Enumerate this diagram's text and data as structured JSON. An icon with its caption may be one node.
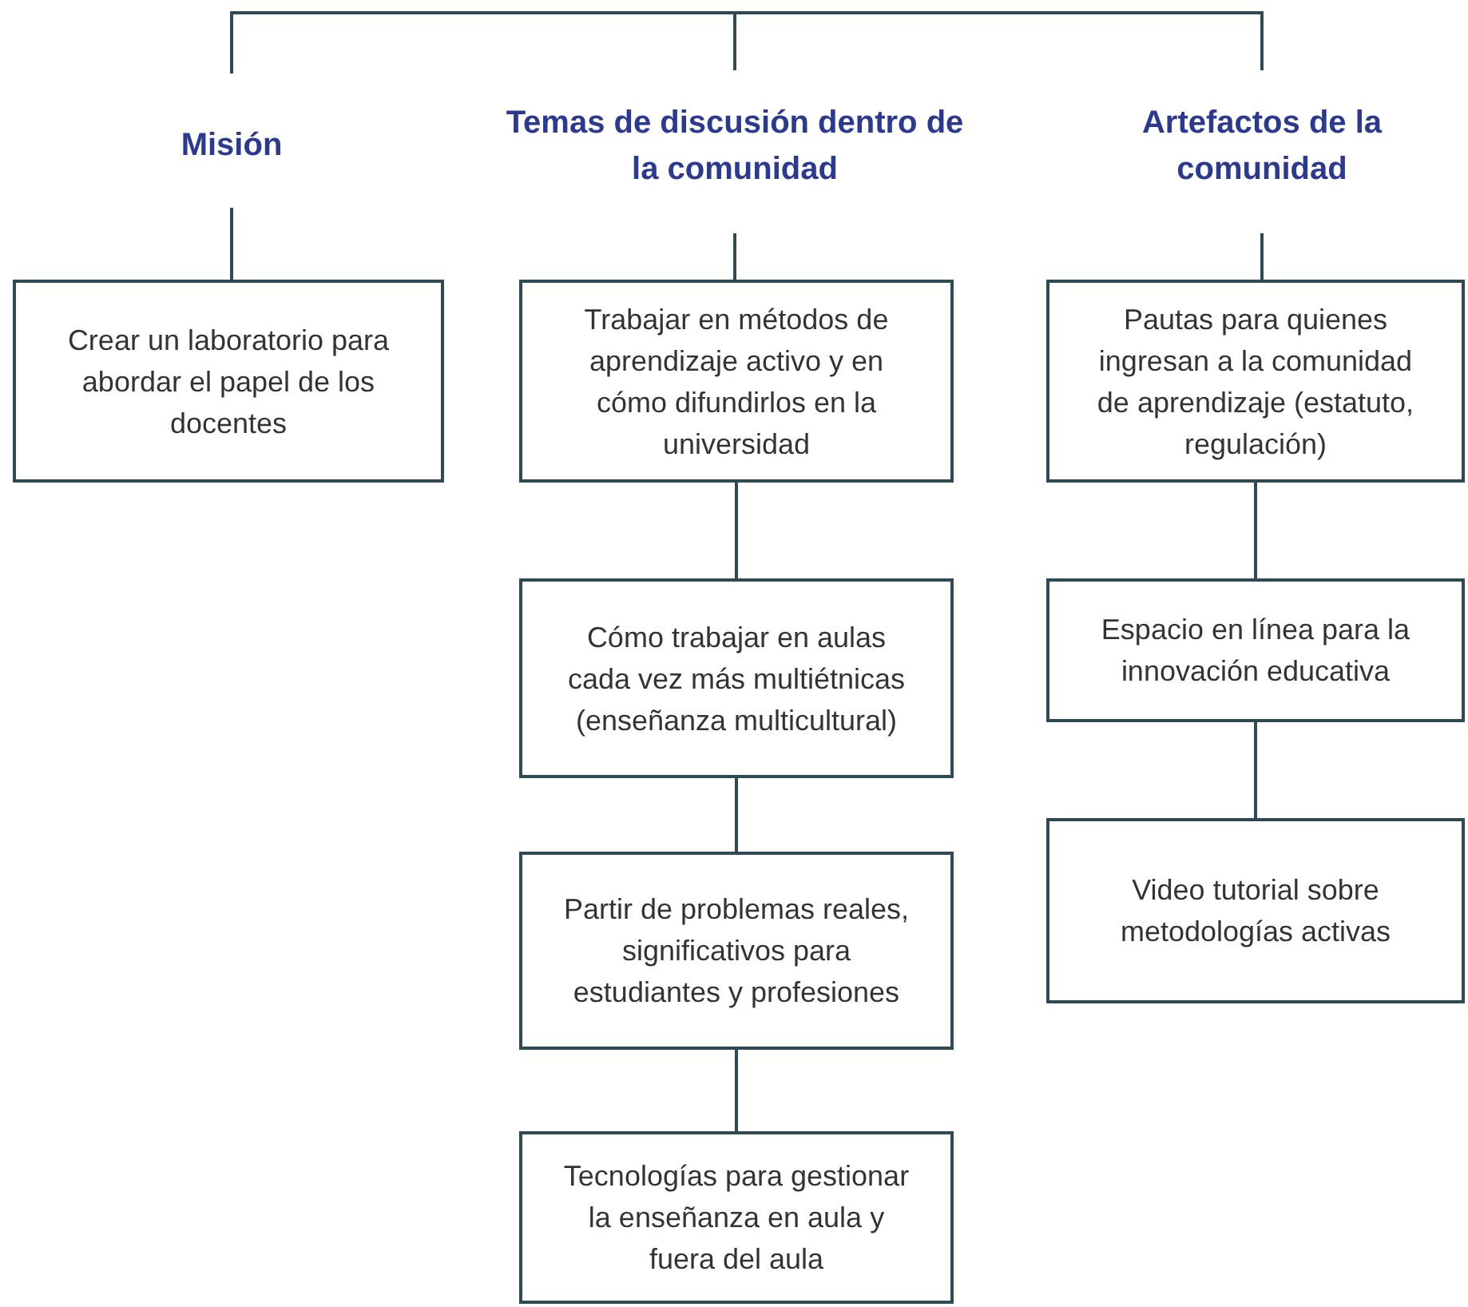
{
  "diagram": {
    "nodes": [
      {
        "text": [
          "Misión"
        ]
      },
      {
        "text": [
          "Temas de discusión dentro de la comunidad"
        ]
      },
      {
        "text": [
          "Artefactos de la comunidad"
        ]
      },
      {
        "text": [
          "Crear un laboratorio para abordar el papel de los docentes"
        ]
      },
      {
        "text": [
          "Trabajar en métodos de aprendizaje activo y en cómo difundirlos en la universidad"
        ]
      },
      {
        "text": [
          "Cómo trabajar en aulas cada vez más multiétnicas (enseñanza multicultural)"
        ]
      },
      {
        "text": [
          "Partir de problemas reales, significativos para estudiantes y profesiones"
        ]
      },
      {
        "text": [
          "Tecnologías para gestionar la enseñanza en aula y fuera del aula"
        ]
      },
      {
        "text": [
          "Pautas para quienes ingresan a la comunidad de aprendizaje (estatuto, regulación)"
        ]
      },
      {
        "text": [
          "Espacio en línea para la innovación educativa"
        ]
      },
      {
        "text": [
          "Video tutorial sobre metodologías activas"
        ]
      }
    ],
    "edges": [
      {
        "from": 0,
        "to": 1,
        "arrow": "none"
      },
      {
        "from": 1,
        "to": 2,
        "arrow": "none"
      },
      {
        "from": 0,
        "to": 3,
        "arrow": "none"
      },
      {
        "from": 1,
        "to": 4,
        "arrow": "none"
      },
      {
        "from": 4,
        "to": 5,
        "arrow": "none"
      },
      {
        "from": 5,
        "to": 6,
        "arrow": "none"
      },
      {
        "from": 6,
        "to": 7,
        "arrow": "none"
      },
      {
        "from": 2,
        "to": 8,
        "arrow": "none"
      },
      {
        "from": 8,
        "to": 9,
        "arrow": "none"
      },
      {
        "from": 9,
        "to": 10,
        "arrow": "none"
      }
    ]
  }
}
